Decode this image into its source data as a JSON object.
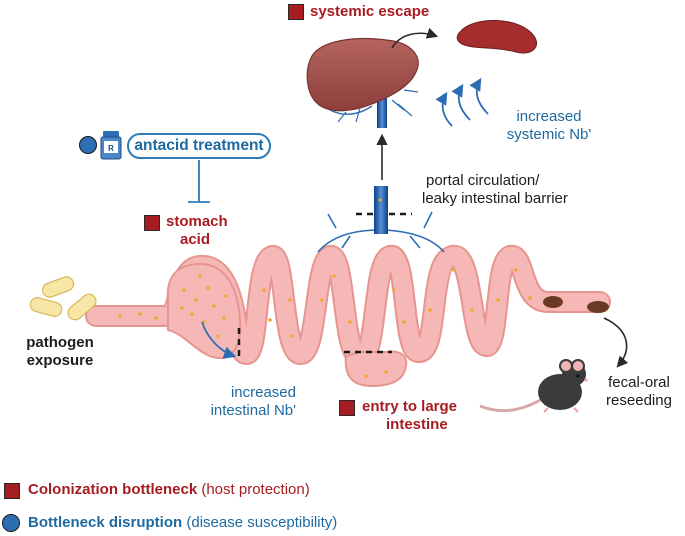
{
  "labels": {
    "systemic_escape": "systemic escape",
    "increased_systemic_nb_1": "increased",
    "increased_systemic_nb_2": "systemic Nb'",
    "antacid_treatment": "antacid treatment",
    "stomach_acid_1": "stomach",
    "stomach_acid_2": "acid",
    "portal_1": "portal circulation/",
    "portal_2": "leaky intestinal barrier",
    "pathogen_1": "pathogen",
    "pathogen_2": "exposure",
    "increased_intestinal_1": "increased",
    "increased_intestinal_2": "intestinal Nb'",
    "entry_large_1": "entry to large",
    "entry_large_2": "intestine",
    "fecal_1": "fecal-oral",
    "fecal_2": "reseeding"
  },
  "legend": {
    "colonization_label": "Colonization bottleneck",
    "colonization_note": "(host protection)",
    "disruption_label": "Bottleneck disruption",
    "disruption_note": "(disease susceptibility)"
  },
  "icons": {
    "bottleneck_marker": "red-square",
    "disruption_marker": "blue-circle",
    "pill_bottle": "rx-bottle-icon",
    "liver": "liver-icon",
    "spleen": "spleen-icon",
    "mouse": "mouse-icon",
    "pathogen": "bacteria-icon"
  },
  "colors": {
    "bottleneck_red": "#a71c20",
    "disruption_blue": "#2d6db3",
    "gut_pink": "#f5aeae",
    "bacteria_yellow": "#f5e39a"
  }
}
